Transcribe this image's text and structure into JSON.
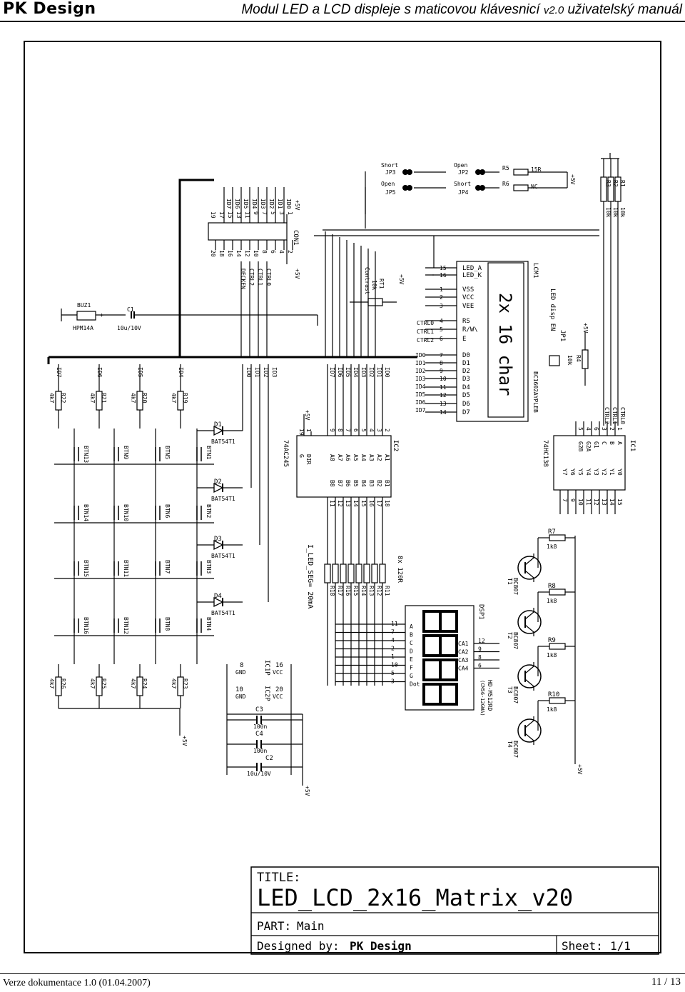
{
  "header": {
    "brand": "PK Design",
    "doc_title": "Modul LED a LCD displeje s maticovou klávesnicí",
    "version": "v2.0",
    "doc_subtitle": "uživatelský manuál"
  },
  "footer": {
    "version_info": "Verze dokumentace 1.0 (01.04.2007)",
    "page": "11 / 13"
  },
  "title_block": {
    "title_label": "TITLE:",
    "title_value": "LED_LCD_2x16_Matrix_v20",
    "part_label": "PART:",
    "part_value": "Main",
    "designed_label": "Designed by:",
    "designed_value": "PK Design",
    "sheet_label": "Sheet:",
    "sheet_value": "1/1"
  },
  "schematic": {
    "connector": {
      "name": "CON1",
      "top_signals": [
        "ID7",
        "ID6",
        "ID5",
        "ID4",
        "ID3",
        "ID2",
        "ID1",
        "ID0"
      ],
      "top_pins": [
        "19",
        "17",
        "15",
        "13",
        "11",
        "9",
        "7",
        "5",
        "3",
        "1"
      ],
      "bottom_pins": [
        "20",
        "18",
        "16",
        "14",
        "12",
        "10",
        "8",
        "6",
        "4",
        "2"
      ],
      "bottom_signals": [
        "DECKEN",
        "CTRL2",
        "CTRL1",
        "CTRL0"
      ],
      "power": [
        "+5V",
        "+5V"
      ]
    },
    "jumpers": [
      {
        "name": "JP3",
        "state": "Short"
      },
      {
        "name": "JP5",
        "state": "Open"
      },
      {
        "name": "JP2",
        "state": "Open"
      },
      {
        "name": "JP4",
        "state": "Short"
      }
    ],
    "resistors_top": [
      {
        "name": "R5",
        "value": "15R"
      },
      {
        "name": "R6",
        "value": "NC"
      }
    ],
    "pullups": [
      {
        "name": "R3",
        "value": "10k"
      },
      {
        "name": "R2",
        "value": "10k"
      },
      {
        "name": "R1",
        "value": "10k"
      }
    ],
    "buzzer": {
      "name": "BUZ1",
      "part": "HPM14A"
    },
    "c1": {
      "name": "C1",
      "value": "10u/10V"
    },
    "rt1": {
      "name": "RT1",
      "value": "10k",
      "label": "Contrast"
    },
    "lcd": {
      "name": "LCM1",
      "text": "2x 16 char",
      "part": "BC1602AYPLEB",
      "led_label": "LED disp EN",
      "pins_left": [
        "15",
        "16",
        "1",
        "2",
        "3",
        "4",
        "5",
        "6",
        "7",
        "8",
        "9",
        "10",
        "11",
        "12",
        "13",
        "14"
      ],
      "pins_names": [
        "LED_A",
        "LED_K",
        "VSS",
        "VCC",
        "VEE",
        "RS",
        "R/W\\",
        "E",
        "D0",
        "D1",
        "D2",
        "D3",
        "D4",
        "D5",
        "D6",
        "D7"
      ],
      "ctrl": [
        "CTRL0",
        "CTRL1",
        "CTRL2"
      ],
      "data": [
        "ID0",
        "ID1",
        "ID2",
        "ID3",
        "ID4",
        "ID5",
        "ID6",
        "ID7"
      ]
    },
    "jp1": {
      "name": "JP1"
    },
    "r4": {
      "name": "R4",
      "value": "10k"
    },
    "ic1": {
      "name": "IC1",
      "part": "74HC138",
      "inputs": [
        "A",
        "B",
        "C",
        "G1",
        "G2A",
        "G2B"
      ],
      "outputs": [
        "Y0",
        "Y1",
        "Y2",
        "Y3",
        "Y4",
        "Y5",
        "Y6",
        "Y7"
      ],
      "in_pins": [
        "1",
        "2",
        "3",
        "6",
        "4",
        "5"
      ],
      "out_pins": [
        "15",
        "14",
        "13",
        "12",
        "11",
        "10",
        "9",
        "7"
      ],
      "ctrl": [
        "CTRL0",
        "CTRL1",
        "CTRL2"
      ]
    },
    "ic2": {
      "name": "IC2",
      "part": "74AC245",
      "a": [
        "A1",
        "A2",
        "A3",
        "A4",
        "A5",
        "A6",
        "A7",
        "A8"
      ],
      "b": [
        "B1",
        "B2",
        "B3",
        "B4",
        "B5",
        "B6",
        "B7",
        "B8"
      ],
      "a_pins": [
        "2",
        "3",
        "4",
        "5",
        "6",
        "7",
        "8",
        "9"
      ],
      "b_pins": [
        "18",
        "17",
        "16",
        "15",
        "14",
        "13",
        "12",
        "11"
      ],
      "dir": "DIR",
      "g": "G",
      "dir_pin": "1",
      "g_pin": "19"
    },
    "buttons": [
      "BTN1",
      "BTN2",
      "BTN3",
      "BTN4",
      "BTN5",
      "BTN6",
      "BTN7",
      "BTN8",
      "BTN9",
      "BTN10",
      "BTN11",
      "BTN12",
      "BTN13",
      "BTN14",
      "BTN15",
      "BTN16"
    ],
    "diodes": [
      {
        "name": "D1",
        "part": "BAT54T1"
      },
      {
        "name": "D2",
        "part": "BAT54T1"
      },
      {
        "name": "D3",
        "part": "BAT54T1"
      },
      {
        "name": "D4",
        "part": "BAT54T1"
      }
    ],
    "row_resistors": [
      {
        "name": "R22",
        "value": "4k7"
      },
      {
        "name": "R21",
        "value": "4k7"
      },
      {
        "name": "R20",
        "value": "4k7"
      },
      {
        "name": "R19",
        "value": "4k7"
      }
    ],
    "col_resistors": [
      {
        "name": "R26",
        "value": "4k7"
      },
      {
        "name": "R25",
        "value": "4k7"
      },
      {
        "name": "R24",
        "value": "4k7"
      },
      {
        "name": "R23",
        "value": "4k7"
      }
    ],
    "segment_resistors": {
      "names": [
        "R11",
        "R12",
        "R13",
        "R14",
        "R15",
        "R16",
        "R17",
        "R18"
      ],
      "value": "8x 120R",
      "note": "I_LED_SEG= 20mA"
    },
    "display": {
      "name": "DSP1",
      "part": "HD-M512RD",
      "part2": "(CM56-12GWA)",
      "segments": [
        "A",
        "B",
        "C",
        "D",
        "E",
        "F",
        "G",
        "Dot"
      ],
      "seg_pins": [
        "11",
        "7",
        "4",
        "2",
        "1",
        "10",
        "5",
        "3"
      ],
      "commons": [
        "CA1",
        "CA2",
        "CA3",
        "CA4"
      ],
      "common_pins": [
        "12",
        "9",
        "8",
        "6"
      ]
    },
    "transistors": [
      {
        "name": "T1",
        "part": "BC807",
        "rb": "R7",
        "rb_value": "1k8"
      },
      {
        "name": "T2",
        "part": "BC807",
        "rb": "R8",
        "rb_value": "1k8"
      },
      {
        "name": "T3",
        "part": "BC807",
        "rb": "R9",
        "rb_value": "1k8"
      },
      {
        "name": "T4",
        "part": "BC807",
        "rb": "R10",
        "rb_value": "1k8"
      }
    ],
    "decoupling": {
      "ic1p": "IC1P",
      "ic2p": "IC2P",
      "gnd": "GND",
      "vcc": "VCC",
      "pins": [
        "8",
        "16",
        "10",
        "20"
      ],
      "c3": "C3",
      "c3v": "100n",
      "c4": "C4",
      "c4v": "100n",
      "c2": "C2",
      "c2v": "10u/10V"
    },
    "power_label": "+5V",
    "id_labels": [
      "ID7",
      "ID6",
      "ID5",
      "ID4",
      "ID0",
      "ID1",
      "ID2",
      "ID3"
    ]
  }
}
